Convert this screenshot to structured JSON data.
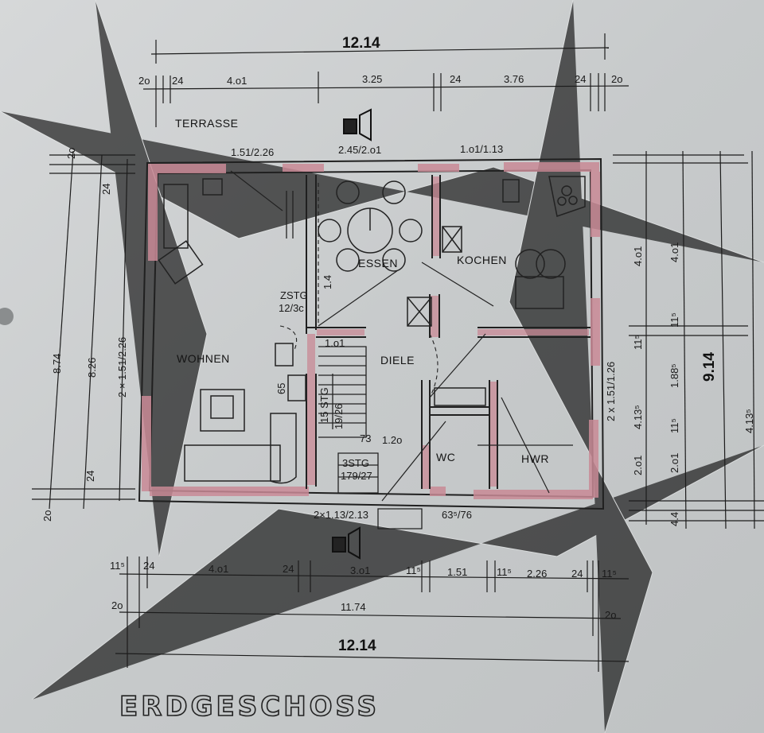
{
  "title": "ERDGESCHOSS",
  "terrace_label": "TERRASSE",
  "rooms": {
    "wohnen": "WOHNEN",
    "essen": "ESSEN",
    "kochen": "KOCHEN",
    "diele": "DIELE",
    "wc": "WC",
    "hwr": "HWR"
  },
  "stairs": {
    "zstg": "ZSTG",
    "zstg_ratio": "12/3c",
    "stg15": "15 STG",
    "stg15_ratio": "19/26",
    "stg3": "3STG",
    "stg3_ratio": "179/27"
  },
  "top_dims": {
    "overall": "12.14",
    "segments": [
      "2o",
      "24",
      "4.o1",
      "3.25",
      "24",
      "3.76",
      "24",
      "2o"
    ],
    "openings": [
      "1.51/2.26",
      "2.45/2.o1",
      "1.o1/1.13"
    ]
  },
  "bottom_dims": {
    "segments": [
      "11⁵",
      "24",
      "4.o1",
      "24",
      "3.o1",
      "11⁵",
      "1.51",
      "11⁵",
      "2.26",
      "24",
      "11⁵"
    ],
    "inner": "11.74",
    "overall": "12.14",
    "side": [
      "2o",
      "2o"
    ],
    "openings": [
      "2×1.13/2.13",
      "63⁵/76"
    ]
  },
  "left_dims": {
    "outer": "8.74",
    "inner": "8.26",
    "opening": "2 × 1.51/2.26",
    "segments": [
      "2o",
      "24",
      "2o",
      "24"
    ]
  },
  "right_dims": {
    "overall": "9.14",
    "segments": [
      "4.o1",
      "11⁵",
      "1.88⁵",
      "11⁵",
      "2.o1",
      "4.4"
    ],
    "secondary": [
      "4.13⁵",
      "4.13⁵",
      "4.o1",
      "11⁵",
      "2.o1"
    ],
    "opening": "2 x 1.51/1.26"
  },
  "interior_dims": [
    "1.4",
    "1.o1",
    "65",
    "1.2o",
    "73"
  ]
}
